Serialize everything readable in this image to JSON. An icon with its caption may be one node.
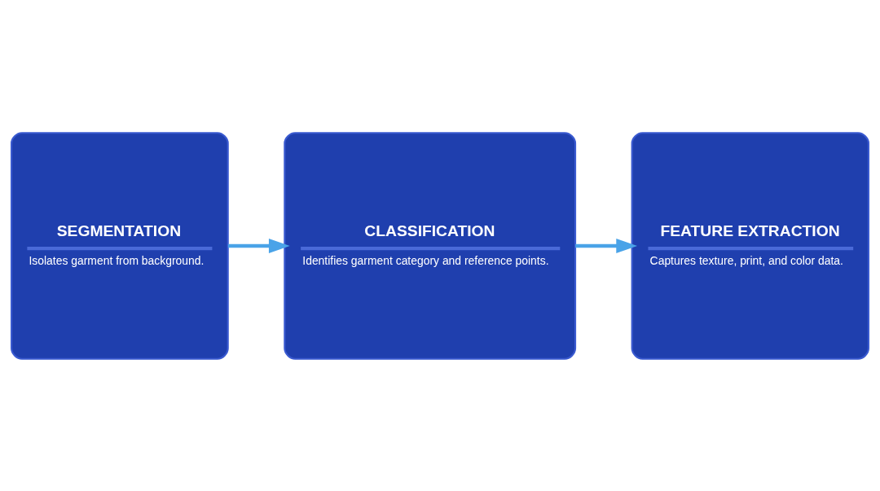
{
  "diagram": {
    "nodes": [
      {
        "text": [
          "SEGMENTATION",
          "Isolates garment from background."
        ]
      },
      {
        "text": [
          "CLASSIFICATION",
          "Identifies garment category and reference points."
        ]
      },
      {
        "text": [
          "FEATURE EXTRACTION",
          "Captures texture, print, and color data."
        ]
      }
    ],
    "edges": [
      {
        "from": 0,
        "to": 1,
        "arrow": "to"
      },
      {
        "from": 1,
        "to": 2,
        "arrow": "to"
      }
    ]
  }
}
